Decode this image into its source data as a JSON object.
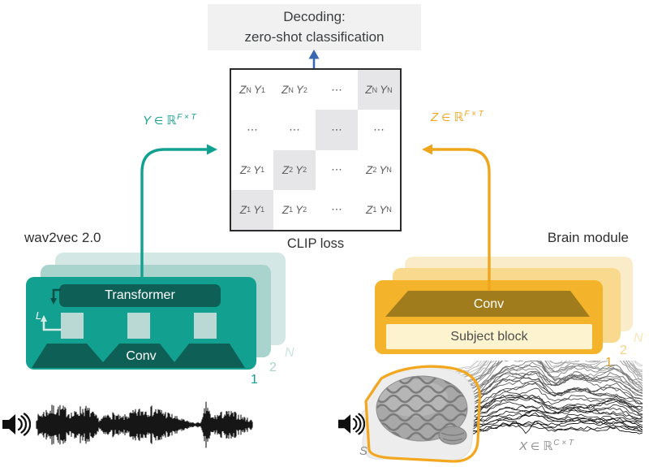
{
  "decoding": {
    "line1": "Decoding:",
    "line2": "zero-shot classification"
  },
  "clip_loss_label": "CLIP loss",
  "matrix": {
    "row_var": "Z",
    "col_var": "Y",
    "dots": "⋯",
    "rows": [
      [
        {
          "z": "N",
          "y": "1"
        },
        {
          "z": "N",
          "y": "2"
        },
        {
          "dots": true
        },
        {
          "z": "N",
          "y": "N",
          "hl": true
        }
      ],
      [
        {
          "dots": true
        },
        {
          "dots": true
        },
        {
          "dots": true,
          "hl": true
        },
        {
          "dots": true
        }
      ],
      [
        {
          "z": "2",
          "y": "1"
        },
        {
          "z": "2",
          "y": "2",
          "hl": true
        },
        {
          "dots": true
        },
        {
          "z": "2",
          "y": "N"
        }
      ],
      [
        {
          "z": "1",
          "y": "1",
          "hl": true
        },
        {
          "z": "1",
          "y": "2"
        },
        {
          "dots": true
        },
        {
          "z": "1",
          "y": "N"
        }
      ]
    ]
  },
  "audio_label": {
    "var": "Y",
    "element_of": "∈",
    "set": "ℝ",
    "sup": "F × T"
  },
  "brain_label": {
    "var": "Z",
    "element_of": "∈",
    "set": "ℝ",
    "sup": "F × T"
  },
  "meg_label": {
    "var": "X",
    "element_of": "∈",
    "set": "ℝ",
    "sup": "C × T"
  },
  "subject_label": "S",
  "wav2vec": {
    "title": "wav2vec 2.0",
    "transformer": "Transformer",
    "conv": "Conv",
    "layers_label": "L"
  },
  "brain_module": {
    "title": "Brain module",
    "conv": "Conv",
    "subject_block": "Subject block"
  },
  "stack": {
    "first": "1",
    "second": "2",
    "nth": "N"
  },
  "colors": {
    "teal": "#12a190",
    "teal_dark": "#0e5f55",
    "teal_card_mid": "#a9d3cd",
    "teal_card_light": "#d3e7e4",
    "yellow": "#f3b32b",
    "yellow_accent": "#f0a51c",
    "gold_dark": "#a17c1c",
    "yellow_card_mid": "#f8d98d",
    "yellow_card_light": "#fbecc9",
    "blue_arrow": "#3a67b2",
    "matrix_highlight": "#e6e6e8",
    "text_dark": "#363636",
    "cell_text": "#5e5e5e",
    "label_gray": "#8e8e8e"
  }
}
